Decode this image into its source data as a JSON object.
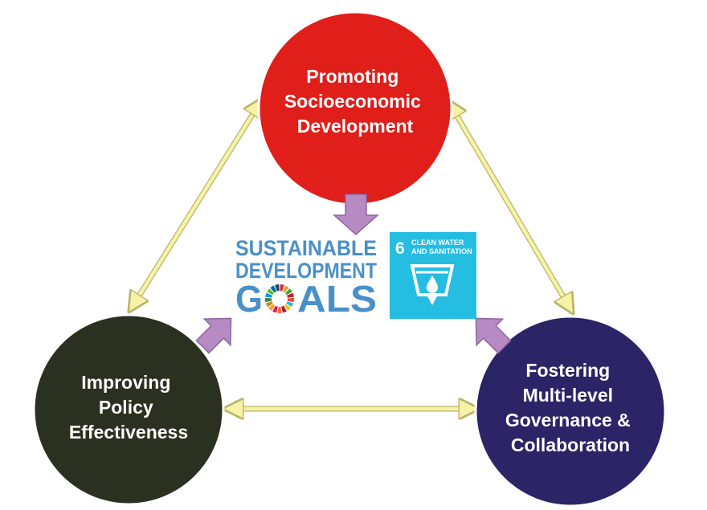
{
  "nodes": {
    "top": {
      "lines": [
        "Promoting",
        "Socioeconomic",
        "Development"
      ],
      "color": "#e01e1a"
    },
    "left": {
      "lines": [
        "Improving",
        "Policy",
        "Effectiveness"
      ],
      "color": "#2a3120"
    },
    "right": {
      "lines": [
        "Fostering",
        "Multi-level",
        "Governance &",
        "Collaboration"
      ],
      "color": "#2b2466"
    }
  },
  "sdg_logo": {
    "line1": "SUSTAINABLE",
    "line2": "DEVELOPMENT",
    "goals_g": "G",
    "goals_rest": "ALS",
    "wheel_colors": [
      "#e5243b",
      "#dda63a",
      "#4c9f38",
      "#c5192d",
      "#ff3a21",
      "#26bde2",
      "#fcc30b",
      "#a21942",
      "#fd6925",
      "#dd1367",
      "#fd9d24",
      "#bf8b2e",
      "#3f7e44",
      "#0a97d9",
      "#56c02b",
      "#00689d",
      "#19486a"
    ]
  },
  "sdg6_tile": {
    "number": "6",
    "line1": "CLEAN WATER",
    "line2": "AND SANITATION",
    "color": "#26bde2"
  },
  "colors": {
    "connector_arrow": "#f7f3a6",
    "connector_stroke": "#b9b46a",
    "feed_arrow": "#b78ac4",
    "feed_stroke": "#8e66a0"
  }
}
